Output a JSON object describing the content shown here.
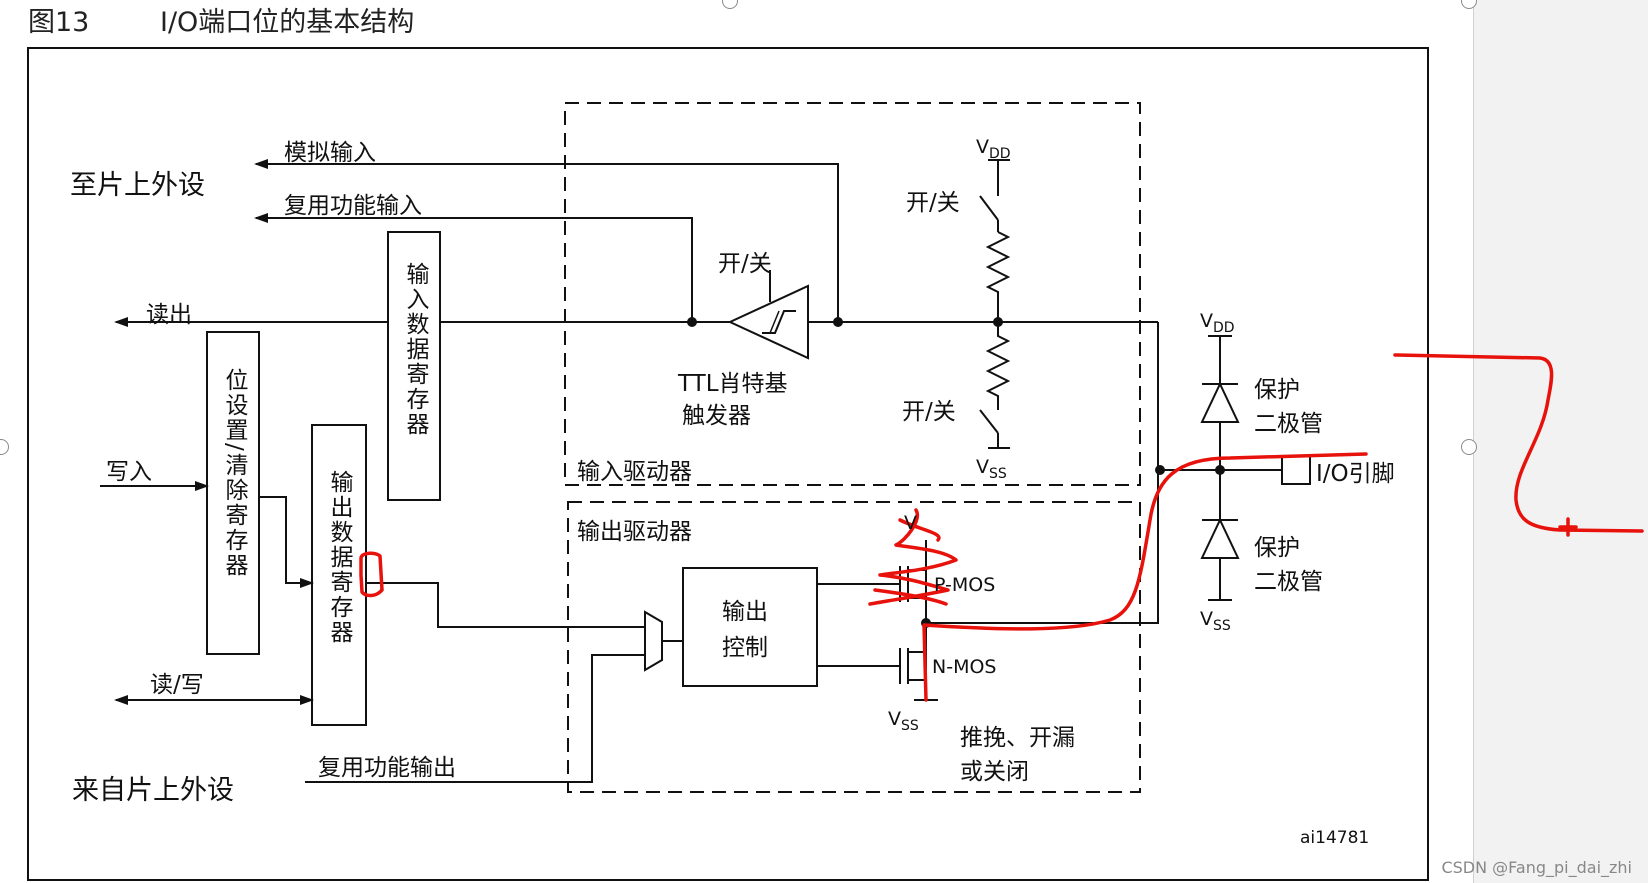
{
  "figure": {
    "label": "图13",
    "title": "I/O端口位的基本结构",
    "code": "ai14781"
  },
  "labels": {
    "to_peripheral": "至片上外设",
    "analog_input": "模拟输入",
    "alt_input": "复用功能输入",
    "read_out": "读出",
    "write_in": "写入",
    "read_write": "读/写",
    "from_peripheral": "来自片上外设",
    "alt_output": "复用功能输出",
    "input_data_reg": "输入数据寄存器",
    "bit_set_reset_reg": "位设置/清除寄存器",
    "output_data_reg": "输出数据寄存器",
    "switch_top": "开/关",
    "switch_pu": "开/关",
    "switch_pd": "开/关",
    "ttl_schmitt_1": "TTL肖特基",
    "ttl_schmitt_2": "触发器",
    "vdd_1": "VDD",
    "vss_1": "VSS",
    "vdd_2": "VDD",
    "vss_2": "VSS",
    "vss_3": "VSS",
    "vdd_3": "V",
    "input_driver": "输入驱动器",
    "output_driver": "输出驱动器",
    "output_control_1": "输出",
    "output_control_2": "控制",
    "pmos": "P-MOS",
    "nmos": "N-MOS",
    "mode_1": "推挽、开漏",
    "mode_2": "或关闭",
    "protect_1a": "保护",
    "protect_1b": "二极管",
    "protect_2a": "保护",
    "protect_2b": "二极管",
    "io_pin": "I/O引脚",
    "annotation_plus": "+"
  },
  "watermark": "CSDN @Fang_pi_dai_zhi",
  "colors": {
    "line": "#111111",
    "annotation": "#e8120c"
  }
}
